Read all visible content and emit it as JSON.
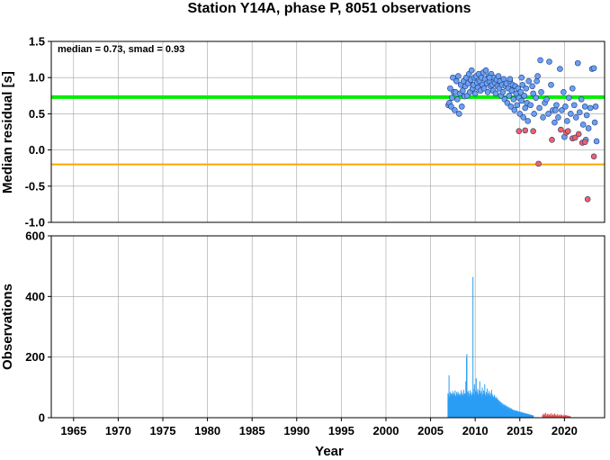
{
  "title": "Station Y14A, phase P, 8051 observations",
  "chart_data": [
    {
      "type": "scatter",
      "ylabel": "Median residual [s]",
      "annotation": "median = 0.73, smad = 0.93",
      "xlim": [
        1962.5,
        2024.5
      ],
      "ylim": [
        -1.0,
        1.5
      ],
      "yticks": [
        "1.5",
        "1.0",
        "0.5",
        "0.0",
        "-0.5",
        "-1.0"
      ],
      "ytick_values": [
        1.5,
        1.0,
        0.5,
        0.0,
        -0.5,
        -1.0
      ],
      "reference_lines": [
        {
          "value": 0.73,
          "color": "#00ee00"
        },
        {
          "value": -0.2,
          "color": "#ffa500"
        }
      ],
      "series": [
        {
          "color": "#6aa0f0",
          "points": [
            [
              2007.0,
              0.62
            ],
            [
              2007.1,
              0.65
            ],
            [
              2007.2,
              0.85
            ],
            [
              2007.3,
              0.6
            ],
            [
              2007.4,
              0.72
            ],
            [
              2007.5,
              1.0
            ],
            [
              2007.6,
              0.8
            ],
            [
              2007.7,
              0.55
            ],
            [
              2007.8,
              0.8
            ],
            [
              2007.9,
              0.95
            ],
            [
              2008.0,
              0.7
            ],
            [
              2008.1,
              1.02
            ],
            [
              2008.2,
              0.5
            ],
            [
              2008.3,
              0.78
            ],
            [
              2008.4,
              0.9
            ],
            [
              2008.5,
              0.6
            ],
            [
              2008.6,
              0.82
            ],
            [
              2008.7,
              0.95
            ],
            [
              2008.8,
              0.74
            ],
            [
              2008.9,
              0.88
            ],
            [
              2009.0,
              1.0
            ],
            [
              2009.1,
              0.75
            ],
            [
              2009.2,
              0.92
            ],
            [
              2009.3,
              1.05
            ],
            [
              2009.4,
              0.8
            ],
            [
              2009.5,
              0.97
            ],
            [
              2009.6,
              1.1
            ],
            [
              2009.7,
              0.85
            ],
            [
              2009.8,
              0.9
            ],
            [
              2009.9,
              1.0
            ],
            [
              2010.0,
              0.78
            ],
            [
              2010.1,
              1.02
            ],
            [
              2010.2,
              0.93
            ],
            [
              2010.3,
              0.86
            ],
            [
              2010.4,
              1.05
            ],
            [
              2010.5,
              0.95
            ],
            [
              2010.6,
              0.82
            ],
            [
              2010.7,
              1.0
            ],
            [
              2010.8,
              0.9
            ],
            [
              2010.9,
              1.07
            ],
            [
              2011.0,
              0.85
            ],
            [
              2011.1,
              0.98
            ],
            [
              2011.2,
              1.1
            ],
            [
              2011.3,
              0.92
            ],
            [
              2011.4,
              0.8
            ],
            [
              2011.5,
              1.02
            ],
            [
              2011.6,
              0.95
            ],
            [
              2011.7,
              0.88
            ],
            [
              2011.8,
              1.05
            ],
            [
              2011.9,
              0.9
            ],
            [
              2012.0,
              0.82
            ],
            [
              2012.1,
              1.0
            ],
            [
              2012.2,
              0.93
            ],
            [
              2012.3,
              0.78
            ],
            [
              2012.4,
              0.97
            ],
            [
              2012.5,
              0.88
            ],
            [
              2012.6,
              1.02
            ],
            [
              2012.7,
              0.85
            ],
            [
              2012.8,
              0.95
            ],
            [
              2012.9,
              0.75
            ],
            [
              2013.0,
              0.9
            ],
            [
              2013.1,
              0.8
            ],
            [
              2013.2,
              0.98
            ],
            [
              2013.3,
              0.7
            ],
            [
              2013.4,
              0.88
            ],
            [
              2013.5,
              0.92
            ],
            [
              2013.6,
              0.65
            ],
            [
              2013.7,
              0.85
            ],
            [
              2013.8,
              0.75
            ],
            [
              2013.9,
              0.95
            ],
            [
              2014.0,
              0.6
            ],
            [
              2014.1,
              0.82
            ],
            [
              2014.2,
              0.9
            ],
            [
              2014.3,
              0.7
            ],
            [
              2014.4,
              0.55
            ],
            [
              2014.5,
              0.88
            ],
            [
              2014.6,
              0.78
            ],
            [
              2014.7,
              0.62
            ],
            [
              2014.8,
              0.85
            ],
            [
              2014.9,
              0.72
            ],
            [
              2015.0,
              0.5
            ],
            [
              2015.1,
              0.8
            ],
            [
              2015.2,
              0.68
            ],
            [
              2015.3,
              0.9
            ],
            [
              2015.4,
              0.45
            ],
            [
              2015.5,
              0.75
            ],
            [
              2015.6,
              0.58
            ],
            [
              2015.7,
              0.85
            ],
            [
              2015.8,
              0.65
            ],
            [
              2015.9,
              0.4
            ],
            [
              2016.0,
              0.95
            ],
            [
              2016.2,
              0.62
            ],
            [
              2016.4,
              0.88
            ],
            [
              2016.6,
              0.5
            ],
            [
              2016.8,
              0.72
            ],
            [
              2017.0,
              1.02
            ],
            [
              2017.2,
              0.58
            ],
            [
              2017.4,
              0.8
            ],
            [
              2017.6,
              0.45
            ],
            [
              2017.8,
              0.65
            ],
            [
              2016.9,
              0.95
            ],
            [
              2017.3,
              1.24
            ],
            [
              2018.0,
              0.7
            ],
            [
              2018.2,
              0.5
            ],
            [
              2018.5,
              0.9
            ],
            [
              2018.7,
              0.55
            ],
            [
              2018.9,
              0.38
            ],
            [
              2018.3,
              1.22
            ],
            [
              2019.1,
              0.62
            ],
            [
              2019.3,
              0.45
            ],
            [
              2019.5,
              1.12
            ],
            [
              2019.7,
              0.55
            ],
            [
              2019.9,
              0.8
            ],
            [
              2020.1,
              0.6
            ],
            [
              2020.3,
              0.4
            ],
            [
              2020.5,
              0.72
            ],
            [
              2020.7,
              0.5
            ],
            [
              2020.9,
              0.85
            ],
            [
              2021.1,
              0.62
            ],
            [
              2021.3,
              0.45
            ],
            [
              2021.5,
              1.2
            ],
            [
              2021.7,
              0.52
            ],
            [
              2021.9,
              0.7
            ],
            [
              2022.1,
              0.35
            ],
            [
              2022.3,
              0.6
            ],
            [
              2022.5,
              0.48
            ],
            [
              2022.7,
              0.3
            ],
            [
              2022.9,
              0.58
            ],
            [
              2023.1,
              1.12
            ],
            [
              2023.3,
              1.13
            ],
            [
              2023.4,
              0.38
            ],
            [
              2023.5,
              0.6
            ],
            [
              2023.6,
              0.12
            ],
            [
              2022.4,
              0.14
            ],
            [
              2020.0,
              0.18
            ],
            [
              2019.0,
              0.55
            ],
            [
              2015.2,
              1.0
            ],
            [
              2013.9,
              0.98
            ],
            [
              2011.6,
              1.0
            ],
            [
              2016.5,
              0.78
            ]
          ]
        },
        {
          "color": "#f06060",
          "points": [
            [
              2014.9,
              0.26
            ],
            [
              2015.6,
              0.27
            ],
            [
              2016.5,
              0.26
            ],
            [
              2017.1,
              -0.19
            ],
            [
              2018.6,
              0.14
            ],
            [
              2019.6,
              0.28
            ],
            [
              2020.2,
              0.24
            ],
            [
              2020.4,
              0.26
            ],
            [
              2020.9,
              0.16
            ],
            [
              2021.2,
              0.17
            ],
            [
              2022.0,
              0.1
            ],
            [
              2022.3,
              0.11
            ],
            [
              2022.6,
              -0.68
            ],
            [
              2023.3,
              -0.09
            ],
            [
              2021.6,
              0.22
            ]
          ]
        }
      ]
    },
    {
      "type": "bar",
      "xlabel": "Year",
      "ylabel": "Observations",
      "xlim": [
        1962.5,
        2024.5
      ],
      "ylim": [
        0,
        600
      ],
      "xticks": [
        "1965",
        "1970",
        "1975",
        "1980",
        "1985",
        "1990",
        "1995",
        "2000",
        "2005",
        "2010",
        "2015",
        "2020"
      ],
      "xtick_values": [
        1965,
        1970,
        1975,
        1980,
        1985,
        1990,
        1995,
        2000,
        2005,
        2010,
        2015,
        2020
      ],
      "yticks": [
        "600",
        "400",
        "200",
        "0"
      ],
      "ytick_values": [
        600,
        400,
        200,
        0
      ],
      "bar_width_years": 0.08,
      "series": [
        {
          "color": "#2a9df4",
          "x_start": 2006.9,
          "values": [
            80,
            60,
            75,
            140,
            70,
            65,
            85,
            72,
            55,
            80,
            62,
            78,
            70,
            88,
            66,
            74,
            82,
            60,
            76,
            69,
            90,
            73,
            65,
            71,
            84,
            58,
            77,
            68,
            86,
            62,
            75,
            80,
            70,
            64,
            78,
            72,
            66,
            90,
            74,
            60,
            82,
            70,
            76,
            65,
            92,
            68,
            74,
            80,
            62,
            78,
            120,
            95,
            200,
            210,
            85,
            60,
            72,
            88,
            70,
            66,
            80,
            74,
            90,
            68,
            76,
            60,
            84,
            72,
            66,
            78,
            464,
            80,
            70,
            95,
            110,
            62,
            74,
            88,
            66,
            130,
            70,
            85,
            60,
            95,
            72,
            78,
            64,
            90,
            68,
            120,
            74,
            80,
            60,
            88,
            70,
            66,
            100,
            72,
            78,
            64,
            90,
            66,
            82,
            110,
            70,
            76,
            60,
            85,
            72,
            68,
            96,
            74,
            62,
            80,
            70,
            88,
            64,
            76,
            58,
            82,
            66,
            70,
            92,
            60,
            78,
            64,
            72,
            55,
            68,
            60,
            75,
            52,
            66,
            58,
            70,
            48,
            62,
            56,
            66,
            50,
            60,
            45,
            58,
            52,
            40,
            55,
            48,
            38,
            52,
            44,
            36,
            50,
            42,
            34,
            46,
            40,
            32,
            44,
            38,
            30,
            42,
            36,
            28,
            40,
            34,
            26,
            38,
            32,
            25,
            36,
            30,
            24,
            34,
            28,
            22,
            32,
            27,
            21,
            30,
            26,
            20,
            28,
            24,
            19,
            26,
            23,
            18,
            25,
            22,
            17,
            24,
            21,
            16,
            23,
            20,
            15,
            22,
            19,
            14,
            21,
            18,
            14,
            20,
            17,
            13,
            19,
            16,
            12,
            18,
            15,
            12,
            17,
            14,
            11,
            16,
            13,
            11,
            15,
            13,
            10,
            14,
            12,
            10,
            13,
            12,
            9,
            12,
            11,
            9,
            11,
            10,
            8,
            10,
            9,
            8,
            9,
            8,
            7,
            8,
            7
          ]
        },
        {
          "color": "#e05050",
          "x_start": 2017.5,
          "values": [
            8,
            0,
            12,
            0,
            6,
            14,
            0,
            9,
            0,
            16,
            0,
            7,
            0,
            11,
            0,
            13,
            5,
            0,
            10,
            0,
            8,
            12,
            0,
            6,
            0,
            15,
            0,
            9,
            7,
            0,
            11,
            0,
            8,
            0,
            14,
            6,
            0,
            10,
            0,
            7,
            0,
            9,
            12,
            0,
            5,
            0,
            8,
            10,
            0,
            6,
            0,
            11,
            0,
            7,
            9,
            0,
            5,
            0,
            8,
            0,
            6,
            10,
            0,
            7,
            0,
            9,
            0,
            5,
            8,
            0,
            6,
            0,
            7,
            4,
            0,
            6,
            0,
            5,
            3
          ]
        }
      ]
    }
  ]
}
